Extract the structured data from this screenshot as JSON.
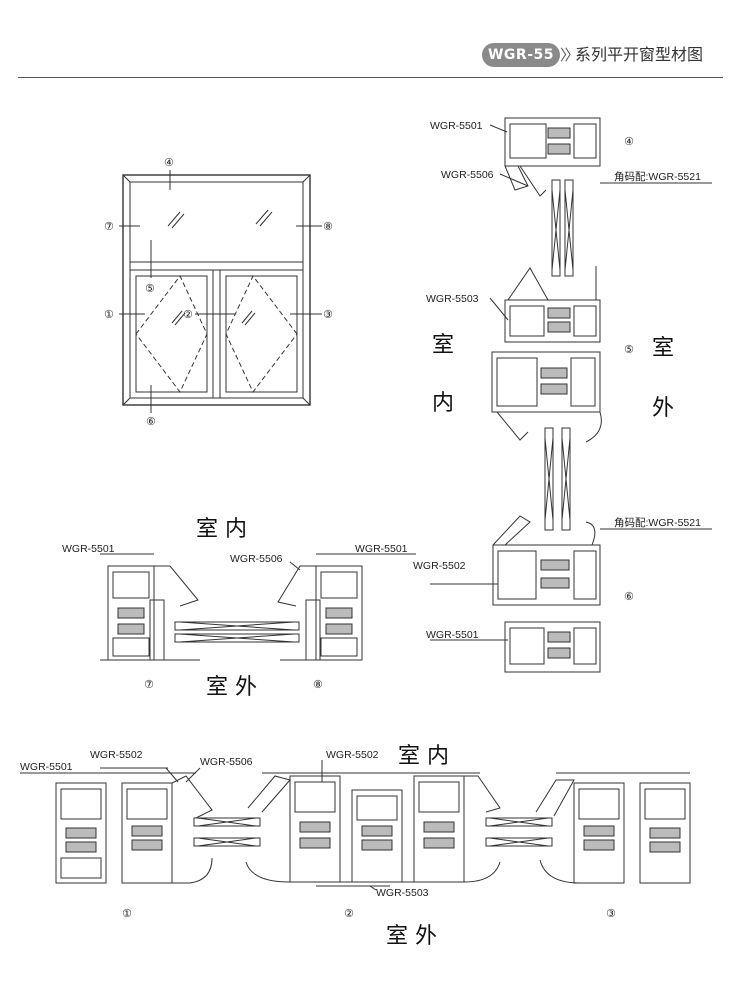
{
  "header": {
    "badge": "WGR-55",
    "chevrons": "〉〉",
    "title": "系列平开窗型材图"
  },
  "elevation": {
    "markers": [
      "④",
      "⑦",
      "⑧",
      "⑤",
      "①",
      "②",
      "③",
      "⑥"
    ]
  },
  "vertical_section": {
    "labels": [
      "WGR-5501",
      "WGR-5506",
      "角码配:WGR-5521",
      "WGR-5503",
      "WGR-5502",
      "角码配:WGR-5521",
      "WGR-5501"
    ],
    "markers": [
      "④",
      "⑤",
      "⑥"
    ],
    "indoor": [
      "室",
      "内"
    ],
    "outdoor": [
      "室",
      "外"
    ]
  },
  "mid_section": {
    "indoor": "室 内",
    "outdoor": "室 外",
    "labels": [
      "WGR-5501",
      "WGR-5506",
      "WGR-5501"
    ],
    "markers": [
      "⑦",
      "⑧"
    ]
  },
  "bottom_section": {
    "indoor": "室 内",
    "outdoor": "室 外",
    "labels": [
      "WGR-5501",
      "WGR-5502",
      "WGR-5506",
      "WGR-5502",
      "WGR-5503"
    ],
    "markers": [
      "①",
      "②",
      "③"
    ]
  }
}
